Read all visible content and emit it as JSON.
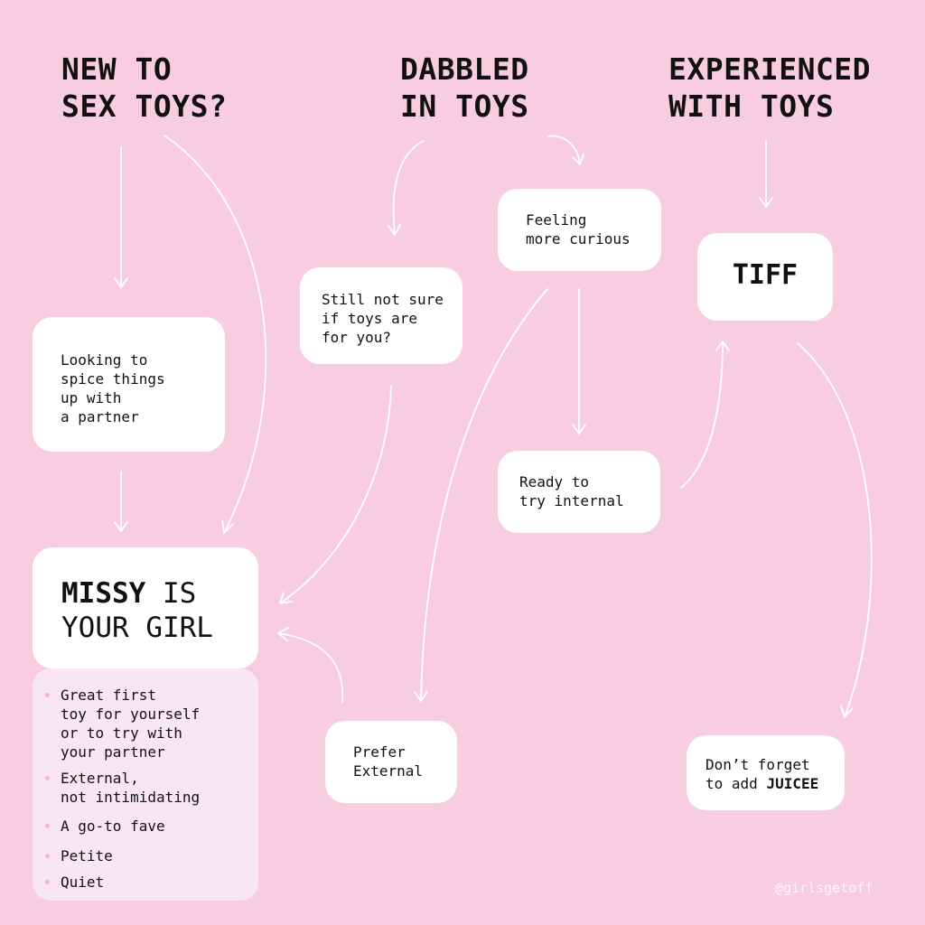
{
  "headings": {
    "new": [
      "NEW TO",
      "SEX TOYS?"
    ],
    "dabbled": [
      "DABBLED",
      "IN TOYS"
    ],
    "experienced": [
      "EXPERIENCED",
      "WITH TOYS"
    ]
  },
  "nodes": {
    "spice": [
      "Looking to",
      "spice things",
      "up with",
      "a partner"
    ],
    "missy": {
      "name": "MISSY",
      "rest1": " IS",
      "line2": "YOUR GIRL"
    },
    "not_sure": [
      "Still not sure",
      "if toys are",
      "for you?"
    ],
    "curious": [
      "Feeling",
      "more curious"
    ],
    "internal": [
      "Ready to",
      "try internal"
    ],
    "external": [
      "Prefer",
      "External"
    ],
    "tiff": "TIFF",
    "juicee": {
      "line1": "Don’t forget",
      "line2_prefix": "to add ",
      "line2_bold": "JUICEE"
    }
  },
  "missy_features": [
    [
      "Great first",
      "toy for yourself",
      "or to try with",
      "your partner"
    ],
    [
      "External,",
      "not intimidating"
    ],
    [
      "A go-to fave"
    ],
    [
      "Petite"
    ],
    [
      "Quiet"
    ]
  ],
  "watermark": "@girlsgetoff",
  "colors": {
    "background": "#f9cde0",
    "box": "#ffffff",
    "list_panel": "#f8e6f0",
    "bullet": "#f6b5cf",
    "arrow": "#ffffff"
  }
}
